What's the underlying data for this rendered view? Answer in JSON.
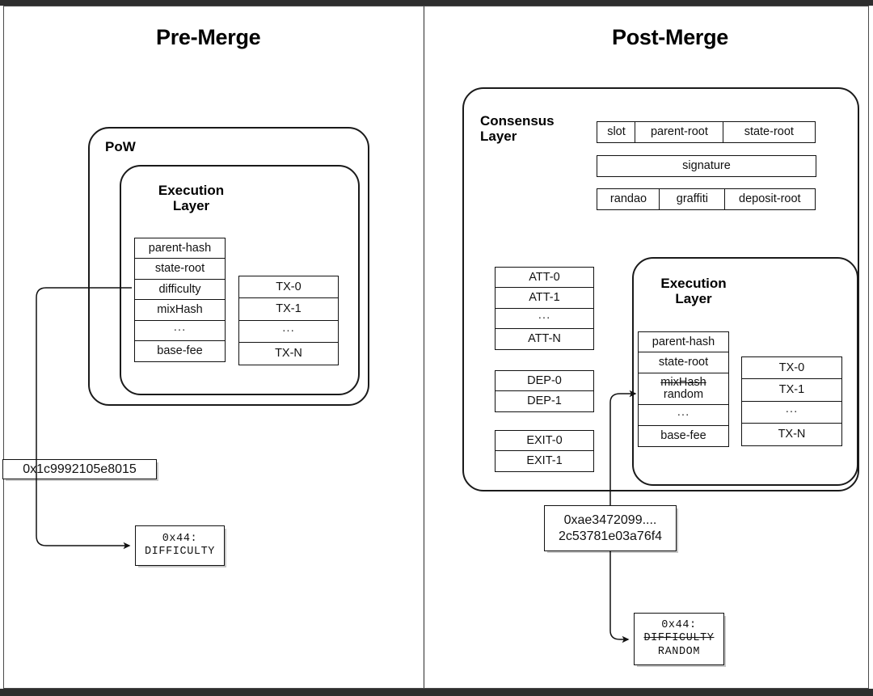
{
  "page": {
    "panels": [
      {
        "id": "pre",
        "title": "Pre-Merge"
      },
      {
        "id": "post",
        "title": "Post-Merge"
      }
    ]
  },
  "pre_merge": {
    "outer_container_label": "PoW",
    "execution_layer_label": "Execution\nLayer",
    "execution_layer_label_line1": "Execution",
    "execution_layer_label_line2": "Layer",
    "block_header_fields": [
      "parent-hash",
      "state-root",
      "difficulty",
      "mixHash",
      "...",
      "base-fee"
    ],
    "transactions": [
      "TX-0",
      "TX-1",
      "...",
      "TX-N"
    ],
    "value_callout": "0x1c9992105e8015",
    "opcode_callout": {
      "opcode": "0x44:",
      "name": "DIFFICULTY"
    }
  },
  "post_merge": {
    "outer_container_label_line1": "Consensus",
    "outer_container_label_line2": "Layer",
    "beacon_block_header_rows": [
      [
        "slot",
        "parent-root",
        "state-root"
      ],
      [
        "signature"
      ],
      [
        "randao",
        "graffiti",
        "deposit-root"
      ]
    ],
    "attestations": [
      "ATT-0",
      "ATT-1",
      "...",
      "ATT-N"
    ],
    "deposits": [
      "DEP-0",
      "DEP-1"
    ],
    "exits": [
      "EXIT-0",
      "EXIT-1"
    ],
    "execution_layer_label_line1": "Execution",
    "execution_layer_label_line2": "Layer",
    "block_header_fields": [
      {
        "label": "parent-hash",
        "struck": false
      },
      {
        "label": "state-root",
        "struck": false
      },
      {
        "label": "mixHash",
        "struck": true,
        "replacement": "random"
      },
      {
        "label": "...",
        "struck": false
      },
      {
        "label": "base-fee",
        "struck": false
      }
    ],
    "transactions": [
      "TX-0",
      "TX-1",
      "...",
      "TX-N"
    ],
    "value_callout_line1": "0xae3472099....",
    "value_callout_line2": "2c53781e03a76f4",
    "opcode_callout": {
      "opcode": "0x44:",
      "old_name": "DIFFICULTY",
      "new_name": "RANDOM"
    }
  },
  "colors": {
    "ink": "#111111",
    "frame": "#4a4a4a",
    "band": "#2e2e2e",
    "paper": "#ffffff"
  }
}
